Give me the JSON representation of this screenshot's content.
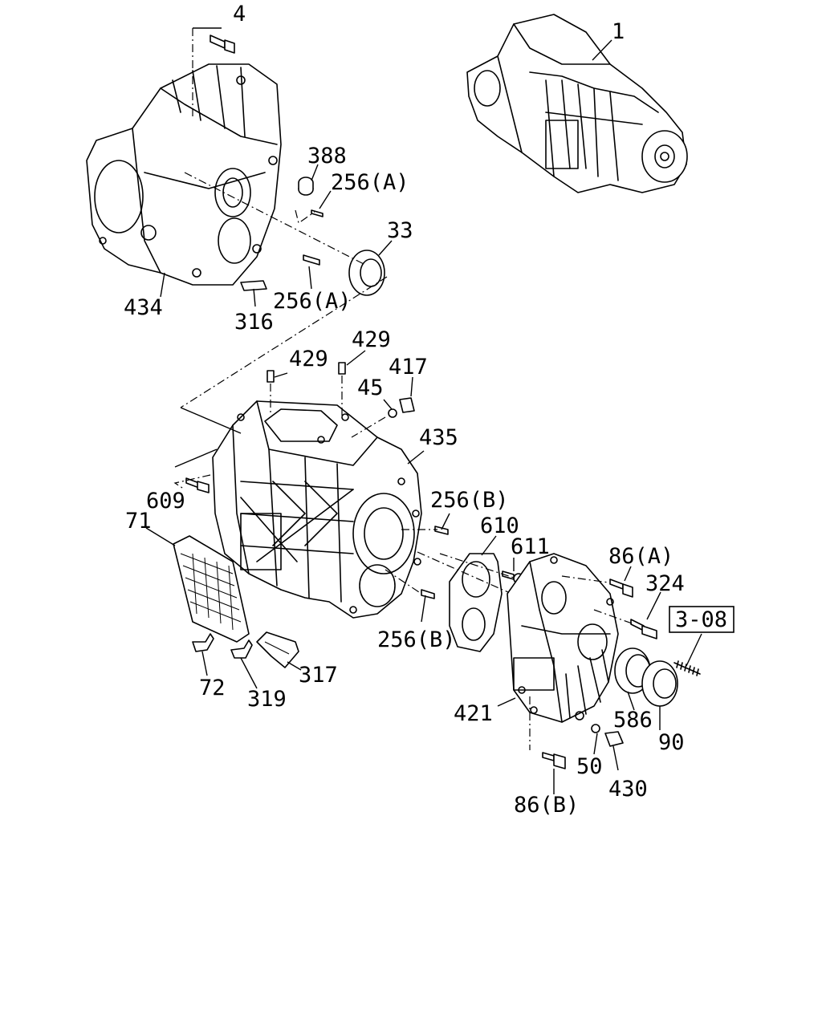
{
  "callouts": {
    "c1": "1",
    "c4": "4",
    "c388": "388",
    "c256a_top": "256(A)",
    "c33": "33",
    "c256a_bot": "256(A)",
    "c434": "434",
    "c316": "316",
    "c429_left": "429",
    "c429_right": "429",
    "c45": "45",
    "c417": "417",
    "c435": "435",
    "c609": "609",
    "c71": "71",
    "c256b_top": "256(B)",
    "c610": "610",
    "c611": "611",
    "c86a": "86(A)",
    "c324": "324",
    "c256b_bot": "256(B)",
    "c72": "72",
    "c319": "319",
    "c317": "317",
    "c421": "421",
    "c586": "586",
    "c90": "90",
    "c50": "50",
    "c430": "430",
    "c86b": "86(B)"
  },
  "reference_box": {
    "label": "3-08"
  }
}
